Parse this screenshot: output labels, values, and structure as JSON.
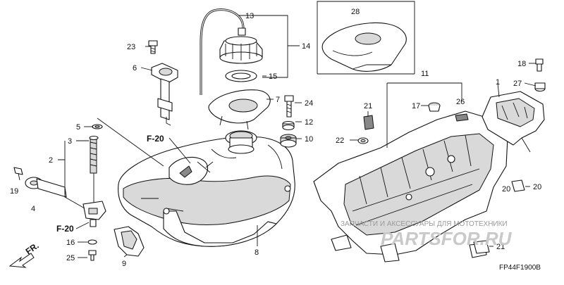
{
  "callouts": {
    "c1": "1",
    "c2": "2",
    "c3": "3",
    "c4": "4",
    "c5": "5",
    "c6": "6",
    "c7": "7",
    "c8": "8",
    "c9": "9",
    "c10": "10",
    "c11": "11",
    "c12": "12",
    "c13": "13",
    "c14": "14",
    "c15": "15",
    "c16": "16",
    "c17": "17",
    "c18": "18",
    "c19": "19",
    "c20a": "20",
    "c20b": "20",
    "c21a": "21",
    "c21b": "21",
    "c22": "22",
    "c23": "23",
    "c24": "24",
    "c25": "25",
    "c26": "26",
    "c27": "27",
    "c28": "28"
  },
  "refs": {
    "f20_top": "F-20",
    "f20_left": "F-20"
  },
  "direction": {
    "fr": "FR."
  },
  "watermark": {
    "line1": "ЗАПЧАСТИ И АКСЕССУАРЫ ДЛЯ МОТОТЕХНИКИ",
    "line2": "PARTSFOR.RU"
  },
  "diagram_code": "FP44F1900B"
}
